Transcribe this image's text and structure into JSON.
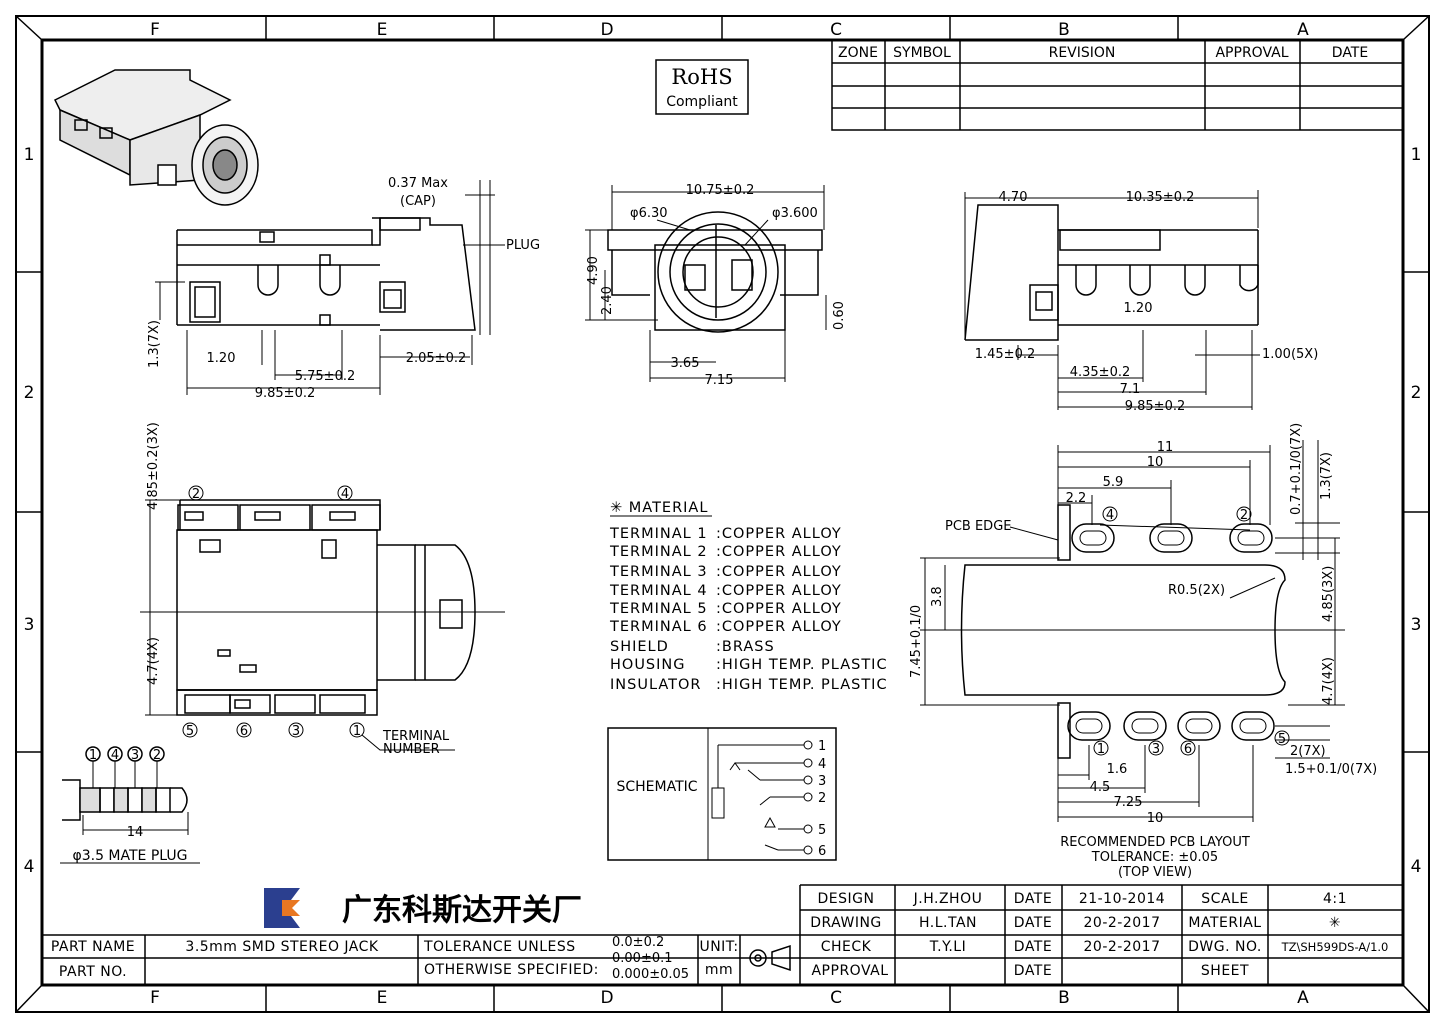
{
  "zones_top": [
    "F",
    "E",
    "D",
    "C",
    "B",
    "A"
  ],
  "zones_side": [
    "1",
    "2",
    "3",
    "4"
  ],
  "revision_table": {
    "headers": [
      "ZONE",
      "SYMBOL",
      "REVISION",
      "APPROVAL",
      "DATE"
    ]
  },
  "rohs": {
    "title": "RoHS",
    "subtitle": "Compliant"
  },
  "front_view": {
    "cap": [
      "0.37 Max",
      "(CAP)"
    ],
    "plug": "PLUG",
    "dims": [
      "1.3(7X)",
      "1.20",
      "5.75±0.2",
      "2.05±0.2",
      "9.85±0.2"
    ]
  },
  "end_view": {
    "dims": [
      "10.75±0.2",
      "φ6.30",
      "φ3.600",
      "4.90",
      "2.40",
      "0.60",
      "3.65",
      "7.15"
    ]
  },
  "back_view": {
    "dims": [
      "4.70",
      "10.35±0.2",
      "1.20",
      "1.45±0.2",
      "4.35±0.2",
      "1.00(5X)",
      "7.1",
      "9.85±0.2"
    ]
  },
  "top_view": {
    "dims": [
      "4.85±0.2(3X)",
      "4.7(4X)"
    ],
    "terminal_callout": [
      "TERMINAL",
      "NUMBER"
    ],
    "terminals": [
      "1",
      "2",
      "3",
      "4",
      "5",
      "6"
    ]
  },
  "mate_plug": {
    "label": "φ3.5 MATE PLUG",
    "dim": "14",
    "rings": [
      "1",
      "4",
      "3",
      "2"
    ]
  },
  "material": {
    "title": "✳ MATERIAL",
    "rows": [
      [
        "TERMINAL  1",
        ":COPPER ALLOY"
      ],
      [
        "TERMINAL  2",
        ":COPPER ALLOY"
      ],
      [
        "TERMINAL  3",
        ":COPPER ALLOY"
      ],
      [
        "TERMINAL  4",
        ":COPPER ALLOY"
      ],
      [
        "TERMINAL  5",
        ":COPPER ALLOY"
      ],
      [
        "TERMINAL  6",
        ":COPPER ALLOY"
      ],
      [
        "SHIELD",
        ":BRASS"
      ],
      [
        "HOUSING",
        ":HIGH TEMP. PLASTIC"
      ],
      [
        "INSULATOR",
        ":HIGH TEMP. PLASTIC"
      ]
    ]
  },
  "schematic": {
    "label": "SCHEMATIC",
    "pins": [
      "1",
      "4",
      "3",
      "2",
      "5",
      "6"
    ]
  },
  "pcb": {
    "dims": [
      "11",
      "10",
      "5.9",
      "2.2",
      "0.7+0.1/0(7X)",
      "1.3(7X)",
      "PCB EDGE",
      "R0.5(2X)",
      "4.85(3X)",
      "3.8",
      "7.45+0.1/0",
      "4.7(4X)",
      "2(7X)",
      "1.5+0.1/0(7X)",
      "1.6",
      "4.5",
      "7.25",
      "10"
    ],
    "pads": [
      "4",
      "2",
      "1",
      "3",
      "6",
      "5"
    ],
    "caption": [
      "RECOMMENDED PCB LAYOUT",
      "TOLERANCE: ±0.05",
      "(TOP VIEW)"
    ]
  },
  "title_block": {
    "company": "广东科斯达开关厂",
    "rows": {
      "design": [
        "DESIGN",
        "J.H.ZHOU",
        "DATE",
        "21-10-2014",
        "SCALE",
        "4:1"
      ],
      "drawing": [
        "DRAWING",
        "H.L.TAN",
        "DATE",
        "20-2-2017",
        "MATERIAL",
        "✳"
      ],
      "check": [
        "CHECK",
        "T.Y.LI",
        "DATE",
        "20-2-2017",
        "DWG. NO.",
        "TZ\\SH599DS-A/1.0"
      ],
      "approval": [
        "APPROVAL",
        "",
        "DATE",
        "",
        "SHEET",
        ""
      ]
    },
    "part_name_label": "PART NAME",
    "part_name": "3.5mm SMD STEREO JACK",
    "part_no_label": "PART NO.",
    "tolerance": [
      "TOLERANCE UNLESS",
      "OTHERWISE SPECIFIED:"
    ],
    "tolerance_values": [
      "0.0±0.2",
      "0.00±0.1",
      "0.000±0.05"
    ],
    "unit_label": "UNIT:",
    "unit": "mm"
  }
}
